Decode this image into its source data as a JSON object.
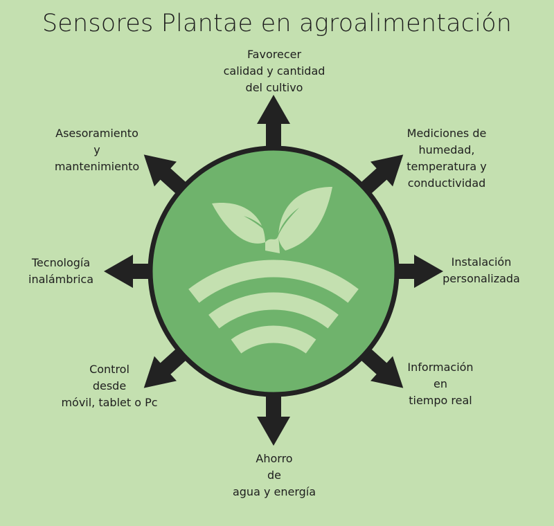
{
  "title": "Sensores Plantae en agroalimentación",
  "colors": {
    "background": "#c4e0b0",
    "circle": "#6fb36c",
    "outline": "#222222",
    "icon": "#c4e0b0"
  },
  "center_icon": "plant-wifi-icon",
  "labels": [
    {
      "id": "top",
      "lines": [
        "Favorecer",
        "calidad y cantidad",
        "del cultivo"
      ]
    },
    {
      "id": "top-right",
      "lines": [
        "Mediciones de",
        "humedad,",
        "temperatura y",
        "conductividad"
      ]
    },
    {
      "id": "right",
      "lines": [
        "Instalación",
        "personalizada"
      ]
    },
    {
      "id": "bottom-right",
      "lines": [
        "Información",
        "en",
        "tiempo real"
      ]
    },
    {
      "id": "bottom",
      "lines": [
        "Ahorro",
        "de",
        "agua y energía"
      ]
    },
    {
      "id": "bottom-left",
      "lines": [
        "Control",
        "desde",
        "móvil, tablet o Pc"
      ]
    },
    {
      "id": "left",
      "lines": [
        "Tecnología",
        "inalámbrica"
      ]
    },
    {
      "id": "top-left",
      "lines": [
        "Asesoramiento",
        "y",
        "mantenimiento"
      ]
    }
  ]
}
